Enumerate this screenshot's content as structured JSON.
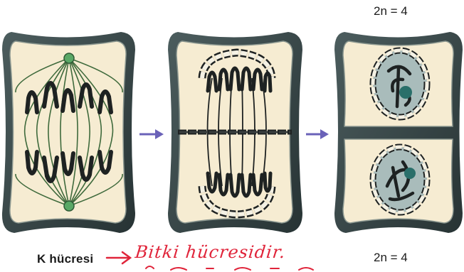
{
  "labels": {
    "top_ploidy": "2n = 4",
    "bottom_ploidy": "2n = 4",
    "cell_name": "K hücresi",
    "handwritten_note": "Bitki hücresidir."
  },
  "colors": {
    "cell_fill": "#f6ecd2",
    "cell_wall": "#2c3a3c",
    "cell_wall_light": "#7a8a88",
    "spindle": "#3f6a3c",
    "centrosome": "#5aa866",
    "chromosome": "#1e2222",
    "vesicle": "#f4f1e4",
    "nucleus_fill": "#a9bcbb",
    "arrow": "#6a62b8",
    "note": "#e0243a"
  },
  "stages": [
    "anaphase",
    "telophase-cell-plate",
    "daughter-cells"
  ]
}
